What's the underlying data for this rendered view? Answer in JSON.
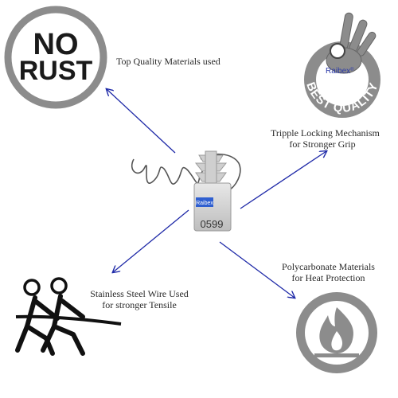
{
  "badges": {
    "no_rust": {
      "line1": "NO",
      "line2": "RUST"
    },
    "best_quality": {
      "brand": "Raibex",
      "registered": "®",
      "text": "BEST QUALITY"
    }
  },
  "captions": {
    "top_quality": "Top Quality Materials used",
    "locking_line1": "Tripple Locking Mechanism",
    "locking_line2": "for Stronger Grip",
    "wire_line1": "Stainless Steel Wire Used",
    "wire_line2": "for stronger Tensile",
    "poly_line1": "Polycarbonate Materials",
    "poly_line2": "for Heat Protection"
  },
  "product": {
    "brand": "Raibex",
    "number": "0599"
  },
  "colors": {
    "arrow": "#1f2aa8",
    "badge_gray": "#8c8c8c",
    "ink": "#1a1a1a"
  },
  "icons": [
    "no-rust-badge",
    "ok-hand-quality-badge",
    "tug-of-war-icon",
    "heat-fire-icon"
  ]
}
